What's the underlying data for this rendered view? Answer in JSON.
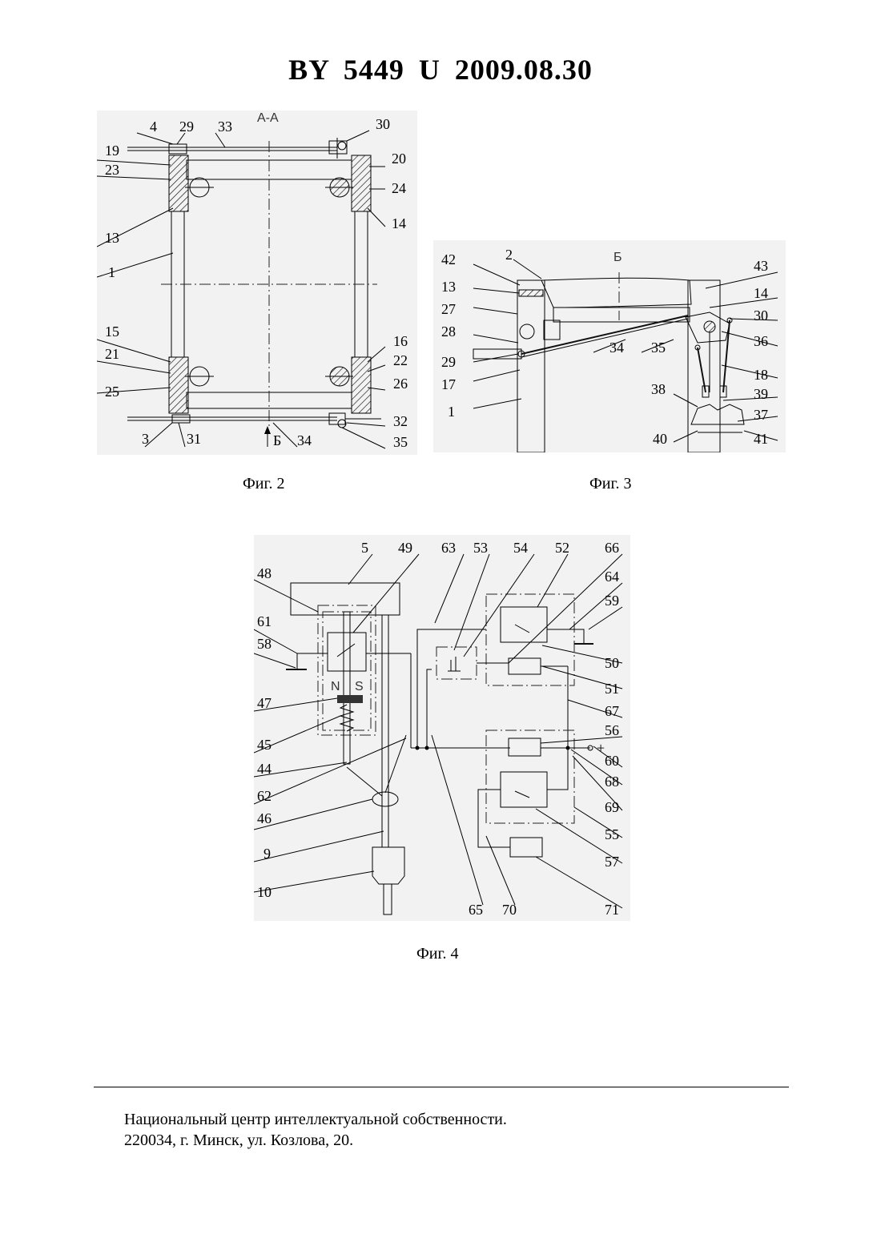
{
  "header": {
    "title": "BY  5449  U  2009.08.30"
  },
  "fig2": {
    "caption": "Фиг. 2",
    "section_label": "А-А",
    "view_label": "Б",
    "labels": [
      "4",
      "29",
      "33",
      "30",
      "19",
      "23",
      "20",
      "24",
      "13",
      "14",
      "1",
      "15",
      "21",
      "25",
      "16",
      "22",
      "26",
      "3",
      "31",
      "34",
      "32",
      "35"
    ]
  },
  "fig3": {
    "caption": "Фиг. 3",
    "view_label": "Б",
    "labels": [
      "42",
      "2",
      "13",
      "27",
      "28",
      "29",
      "17",
      "1",
      "43",
      "14",
      "30",
      "36",
      "34",
      "35",
      "18",
      "38",
      "39",
      "37",
      "40",
      "41"
    ]
  },
  "fig4": {
    "caption": "Фиг. 4",
    "magnet_n": "N",
    "magnet_s": "S",
    "plus_sign": "+",
    "labels": [
      "5",
      "49",
      "63",
      "53",
      "54",
      "52",
      "66",
      "48",
      "64",
      "59",
      "61",
      "58",
      "50",
      "51",
      "47",
      "67",
      "56",
      "45",
      "60",
      "44",
      "68",
      "62",
      "69",
      "46",
      "55",
      "9",
      "57",
      "10",
      "65",
      "70",
      "71"
    ]
  },
  "footer": {
    "line1": "Национальный центр интеллектуальной собственности.",
    "line2": "220034, г. Минск, ул. Козлова, 20."
  }
}
